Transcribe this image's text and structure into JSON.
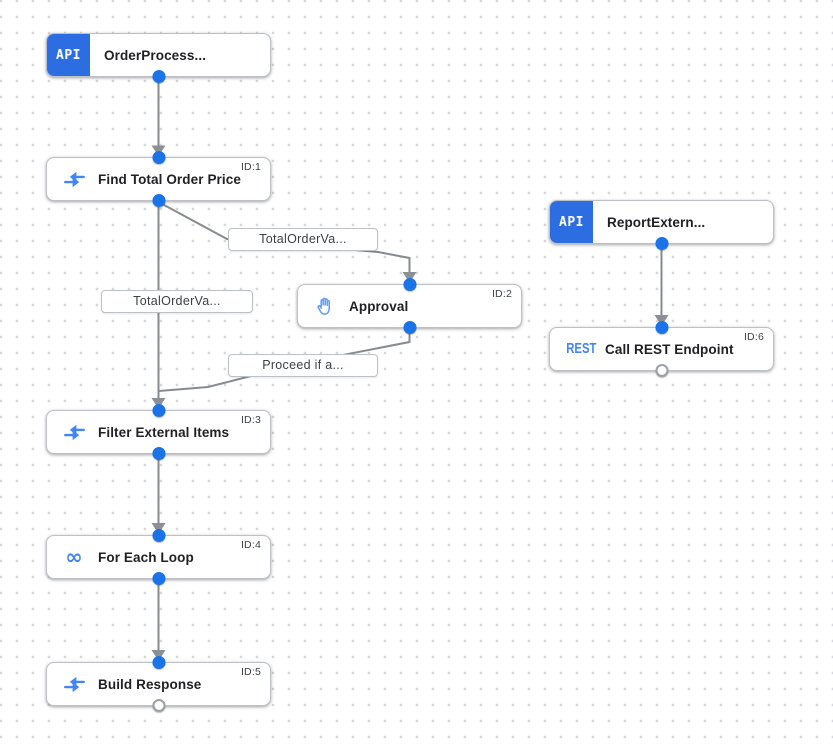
{
  "canvas": {
    "background": "#ffffff",
    "grid_dot_color": "#d6d8db",
    "edge_color": "#868b90",
    "port_color": "#1a73e8",
    "open_port_border": "#9aa0a6",
    "trigger_badge_color": "#2c6ee2",
    "icon_color": "#4285f4",
    "node_border_color": "#bdc1c6"
  },
  "nodes": {
    "order_process_trigger": {
      "title": "OrderProcess...",
      "badge": "API"
    },
    "find_total_order_price": {
      "title": "Find Total Order Price",
      "id": "ID:1"
    },
    "approval": {
      "title": "Approval",
      "id": "ID:2"
    },
    "filter_external_items": {
      "title": "Filter External Items",
      "id": "ID:3"
    },
    "for_each_loop": {
      "title": "For Each Loop",
      "id": "ID:4"
    },
    "build_response": {
      "title": "Build Response",
      "id": "ID:5"
    },
    "report_external_trigger": {
      "title": "ReportExtern...",
      "badge": "API"
    },
    "call_rest_endpoint": {
      "title": "Call REST Endpoint",
      "id": "ID:6",
      "badge": "REST"
    }
  },
  "edge_labels": {
    "total_order_to_approval": "TotalOrderVa...",
    "total_order_to_filter": "TotalOrderVa...",
    "proceed_if": "Proceed if a..."
  },
  "icons": {
    "data_mapping": "data-mapping-icon",
    "approval_hand": "approval-hand-icon",
    "loop_infinity": "loop-infinity-icon",
    "infinity_glyph": "∞"
  }
}
